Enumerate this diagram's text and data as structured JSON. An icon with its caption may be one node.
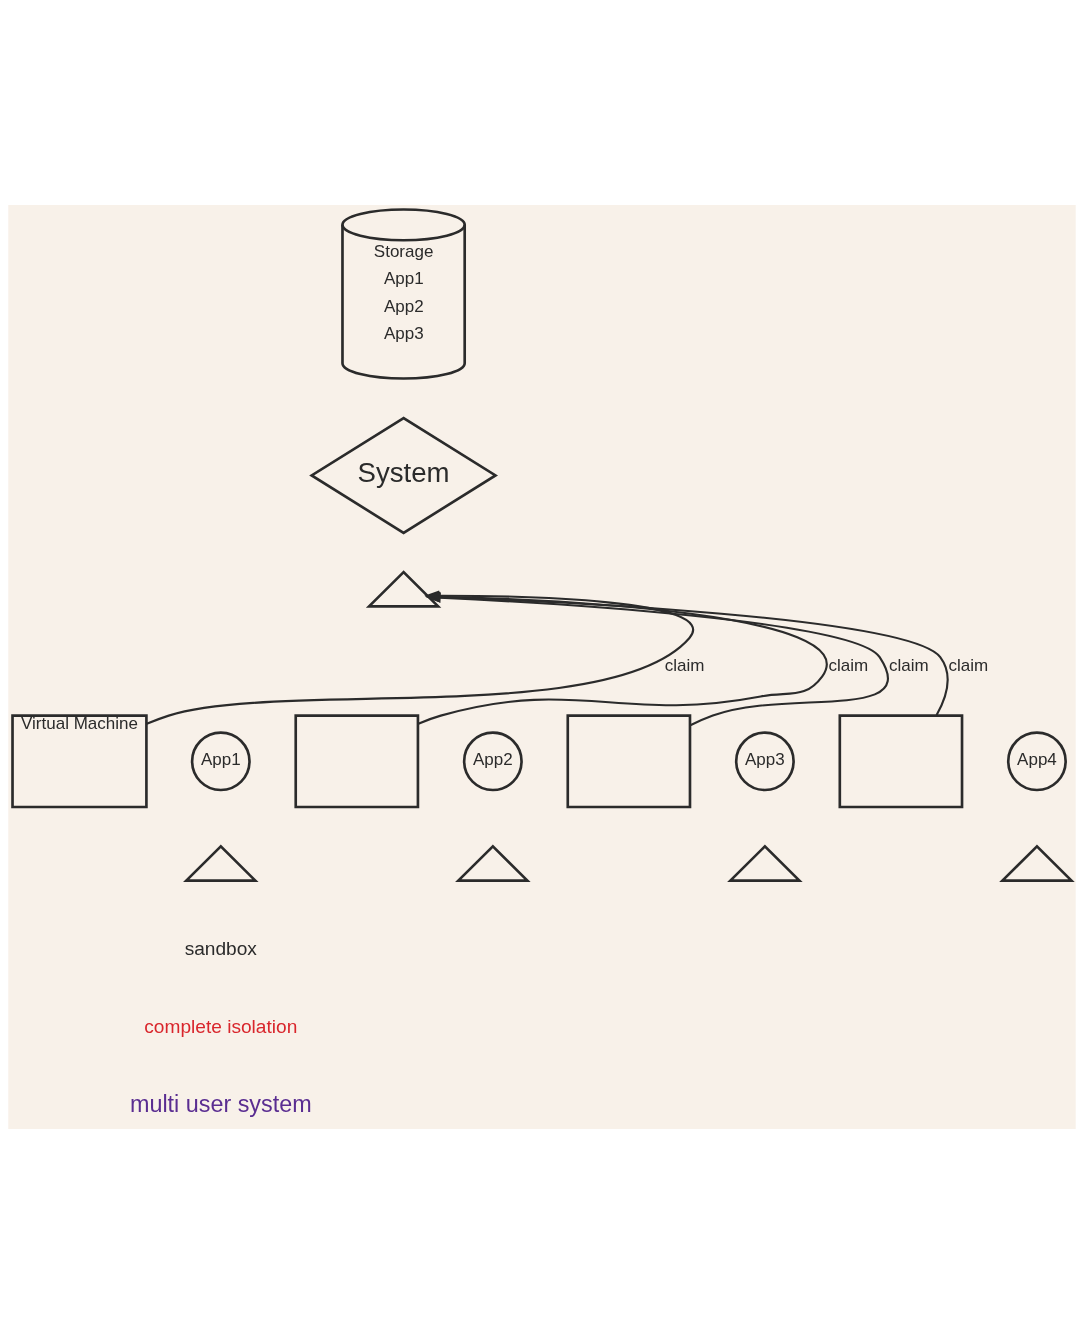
{
  "diagram": {
    "nodes": [
      {
        "text": [
          "Storage",
          "App1",
          "App2",
          "App3"
        ]
      },
      {
        "text": [
          "System"
        ]
      },
      {
        "text": [],
        "shape": "triangle"
      },
      {
        "text": [
          "Virtual Machine"
        ]
      },
      {
        "text": [
          "App1"
        ]
      },
      {
        "text": [],
        "shape": "triangle"
      },
      {
        "text": [],
        "shape": "box"
      },
      {
        "text": [
          "App2"
        ]
      },
      {
        "text": [],
        "shape": "triangle"
      },
      {
        "text": [],
        "shape": "box"
      },
      {
        "text": [
          "App3"
        ]
      },
      {
        "text": [],
        "shape": "triangle"
      },
      {
        "text": [],
        "shape": "box"
      },
      {
        "text": [
          "App4"
        ]
      },
      {
        "text": [],
        "shape": "triangle"
      }
    ],
    "edges": [
      {
        "from": 3,
        "to": 2,
        "arrow": "to",
        "label": "claim"
      },
      {
        "from": 6,
        "to": 2,
        "arrow": "to",
        "label": "claim"
      },
      {
        "from": 9,
        "to": 2,
        "arrow": "to",
        "label": "claim"
      },
      {
        "from": 12,
        "to": 2,
        "arrow": "to",
        "label": "claim"
      }
    ],
    "labels": [
      "sandbox",
      "complete isolation",
      "multi user system"
    ]
  }
}
